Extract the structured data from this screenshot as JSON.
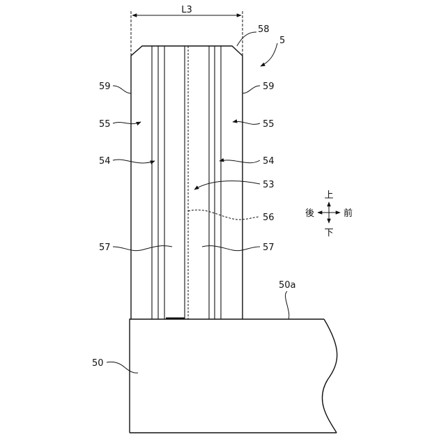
{
  "dimension_label": "L3",
  "labels": {
    "ref_5": "5",
    "ref_58": "58",
    "ref_59_left": "59",
    "ref_59_right": "59",
    "ref_55_left": "55",
    "ref_55_right": "55",
    "ref_54_left": "54",
    "ref_54_right": "54",
    "ref_53": "53",
    "ref_56": "56",
    "ref_57_left": "57",
    "ref_57_right": "57",
    "ref_50a": "50a",
    "ref_50": "50"
  },
  "direction_indicator": {
    "up": "上",
    "down": "下",
    "front": "前",
    "back": "後"
  }
}
